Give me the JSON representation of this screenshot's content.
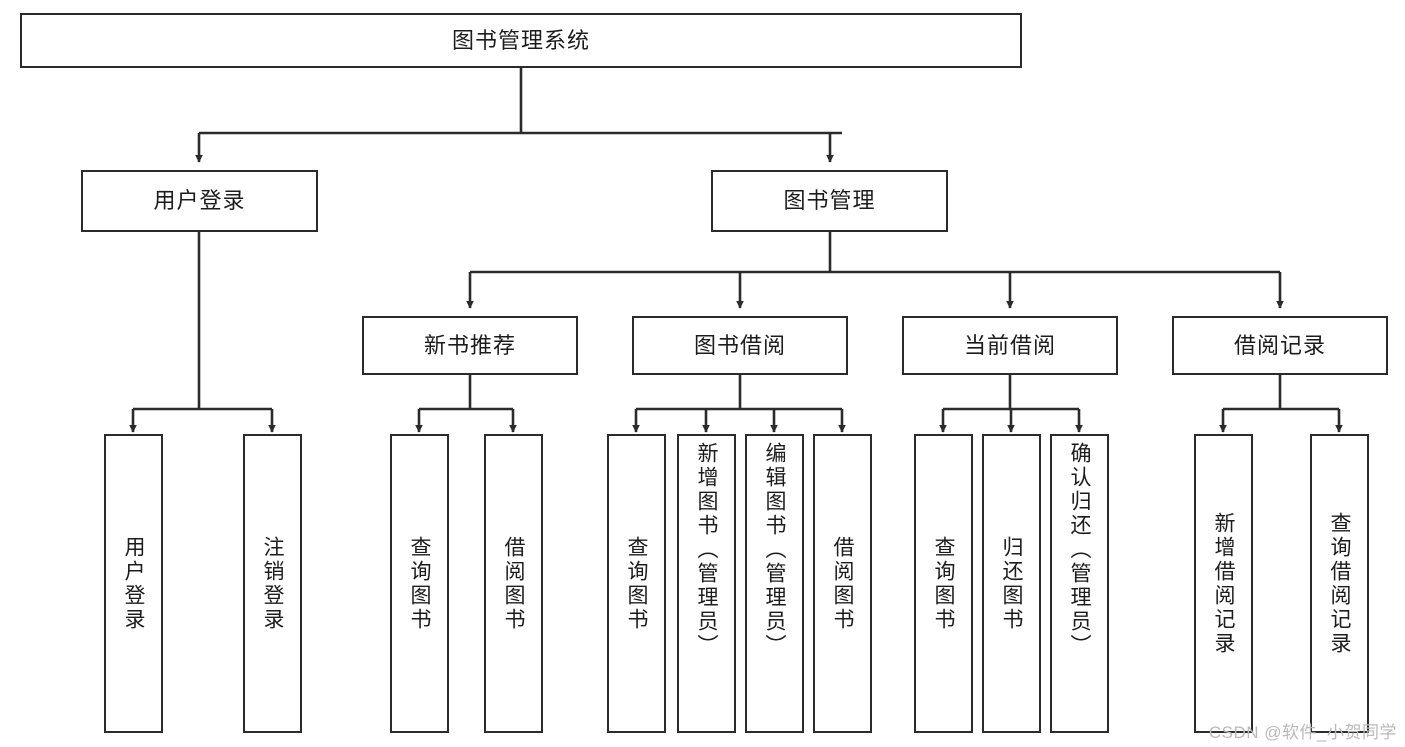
{
  "diagram": {
    "type": "hierarchy-tree",
    "title": "图书管理系统",
    "watermark": "CSDN @软件_小贺同学",
    "colors": {
      "stroke": "#2b2b2b",
      "fill": "#ffffff",
      "text": "#1c1c1c",
      "watermark": "#b9b9b9"
    },
    "nodes": {
      "root": {
        "label": "图书管理系统"
      },
      "level2": [
        {
          "id": "user-login",
          "label": "用户登录"
        },
        {
          "id": "book-manage",
          "label": "图书管理"
        }
      ],
      "level3": [
        {
          "id": "new-book-recommend",
          "label": "新书推荐"
        },
        {
          "id": "book-borrow",
          "label": "图书借阅"
        },
        {
          "id": "current-borrow",
          "label": "当前借阅"
        },
        {
          "id": "borrow-record",
          "label": "借阅记录"
        }
      ],
      "leaves": {
        "user-login": [
          {
            "id": "leaf-user-login",
            "label": "用户登录"
          },
          {
            "id": "leaf-logout-login",
            "label": "注销登录"
          }
        ],
        "new-book-recommend": [
          {
            "id": "leaf-query-book-1",
            "label": "查询图书"
          },
          {
            "id": "leaf-borrow-book-1",
            "label": "借阅图书"
          }
        ],
        "book-borrow": [
          {
            "id": "leaf-query-book-2",
            "label": "查询图书"
          },
          {
            "id": "leaf-add-book-admin",
            "label": "新增图书（管理员）"
          },
          {
            "id": "leaf-edit-book-admin",
            "label": "编辑图书（管理员）"
          },
          {
            "id": "leaf-borrow-book-2",
            "label": "借阅图书"
          }
        ],
        "current-borrow": [
          {
            "id": "leaf-query-book-3",
            "label": "查询图书"
          },
          {
            "id": "leaf-return-book",
            "label": "归还图书"
          },
          {
            "id": "leaf-confirm-return-admin",
            "label": "确认归还（管理员）"
          }
        ],
        "borrow-record": [
          {
            "id": "leaf-add-borrow-record",
            "label": "新增借阅记录"
          },
          {
            "id": "leaf-query-borrow-record",
            "label": "查询借阅记录"
          }
        ]
      }
    }
  }
}
